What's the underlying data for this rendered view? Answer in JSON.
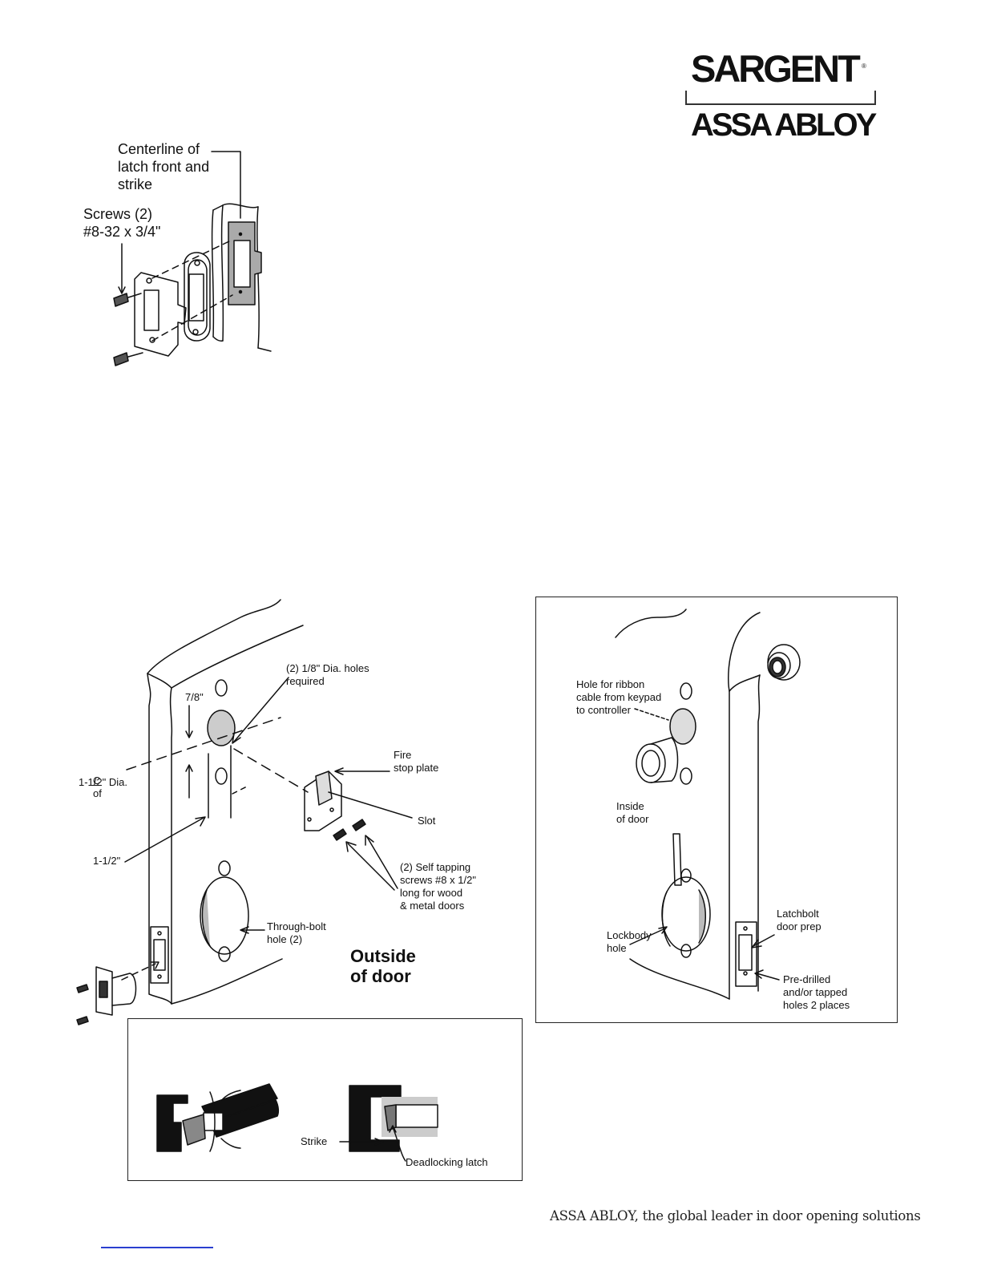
{
  "logo": {
    "brand": "SARGENT",
    "registered": "®",
    "parent": "ASSA ABLOY"
  },
  "figure_strike": {
    "centerline_label": "Centerline of\nlatch front and\nstrike",
    "screws_label": "Screws (2)\n#8-32 x 3/4\""
  },
  "figure_outside": {
    "holes_label": "(2) 1/8\" Dia. holes\nrequired",
    "dim_7_8": "7/8\"",
    "cl_symbol": "C",
    "cl_of": "of",
    "cl_dia": "1-1/2\" Dia.",
    "fire_stop": "Fire\nstop plate",
    "slot": "Slot",
    "dim_1_1_2": "1-1/2\"",
    "self_tapping": "(2) Self tapping\nscrews #8 x 1/2\"\nlong for wood\n& metal doors",
    "through_bolt": "Through-bolt\nhole (2)",
    "outside_of_door": "Outside\nof door"
  },
  "figure_inside": {
    "ribbon_hole": "Hole for ribbon\ncable from keypad\nto controller",
    "inside_of_door": "Inside\nof door",
    "lockbody_hole": "Lockbody\nhole",
    "latchbolt_prep": "Latchbolt\ndoor prep",
    "predrilled": "Pre-drilled\nand/or tapped\nholes 2 places"
  },
  "figure_latch": {
    "strike": "Strike",
    "deadlocking": "Deadlocking latch"
  },
  "footer": {
    "tagline": "ASSA ABLOY, the global leader in door opening solutions"
  }
}
